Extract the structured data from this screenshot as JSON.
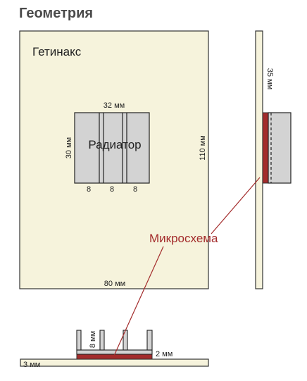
{
  "section_title": "Геометрия",
  "board": {
    "material_label": "Гетинакс",
    "width_label": "80 мм",
    "height_label": "110 мм",
    "thickness_label": "3 мм",
    "fill_color": "#f6f3dc"
  },
  "radiator": {
    "label": "Радиатор",
    "width_label": "32 мм",
    "height_label": "30 мм",
    "fin_spacing_labels": [
      "8",
      "8",
      "8"
    ],
    "fin_height_label": "8 мм",
    "base_thickness_label": "2 мм",
    "side_height_label": "35 мм",
    "fill_color": "#d3d3d3"
  },
  "chip": {
    "label": "Микросхема",
    "color": "#a32b2b"
  }
}
